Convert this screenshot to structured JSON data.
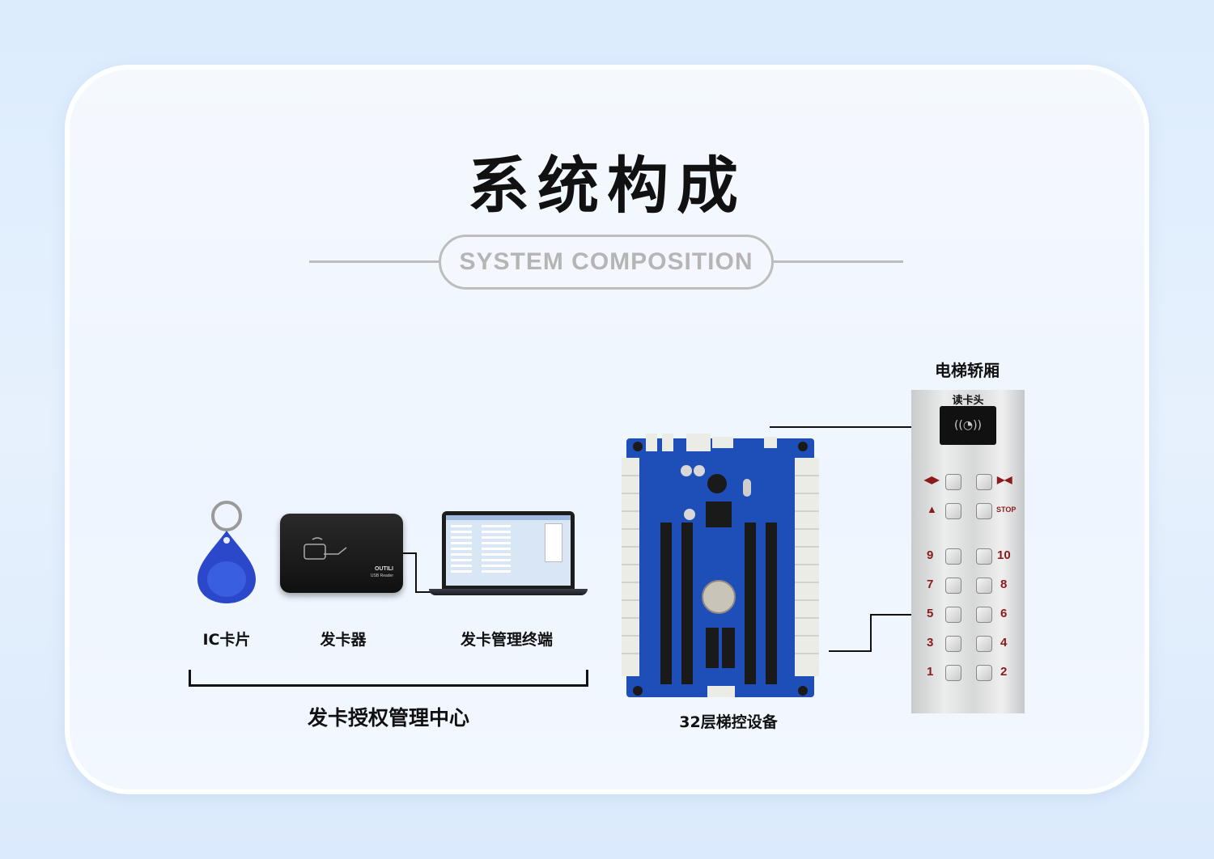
{
  "title": "系统构成",
  "subtitle": "SYSTEM COMPOSITION",
  "components": {
    "ic_card": "IC卡片",
    "card_issuer": "发卡器",
    "terminal": "发卡管理终端",
    "center": "发卡授权管理中心",
    "controller": "32层梯控设备",
    "car": "电梯轿厢",
    "reader": "读卡头"
  },
  "reader_brand": "OUTILI",
  "reader_model": "USB Reader",
  "panel": {
    "stop": "STOP",
    "floors_left": [
      "9",
      "7",
      "5",
      "3",
      "1"
    ],
    "floors_right": [
      "10",
      "8",
      "6",
      "4",
      "2"
    ]
  },
  "colors": {
    "accent": "#bdbdbd",
    "text": "#111111",
    "pcb": "#1e4fb8",
    "floor_num": "#8b1a1a",
    "keyfob": "#2445c8"
  }
}
